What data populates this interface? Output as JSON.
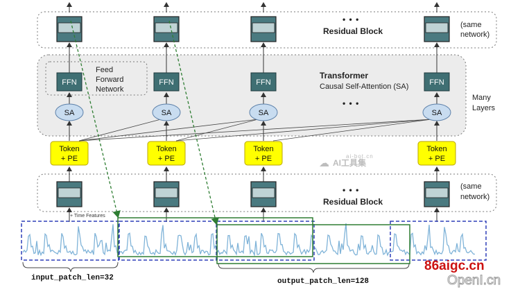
{
  "diagram": {
    "residual_block_title": "Residual Block",
    "ellipsis": "• • •",
    "same_network": [
      "(same",
      "network)"
    ],
    "ffn_label": "FFN",
    "sa_label": "SA",
    "token_pe": [
      "Token",
      "+ PE"
    ],
    "ffn_legend": [
      "Feed",
      "Forward",
      "Network"
    ],
    "transformer_title": "Transformer",
    "transformer_subtitle": "Causal Self-Attention (SA)",
    "many_layers": [
      "Many",
      "Layers"
    ],
    "time_features": "+ Time Features",
    "input_patch_label": "input_patch_len=32",
    "output_patch_label": "output_patch_len=128"
  },
  "watermarks": {
    "center_small": "ai-bot.cn",
    "center_big": "AI工具集",
    "site": "86aigc.cn",
    "openl": "OpenI.cn"
  },
  "colors": {
    "token_fill": "#ffff00",
    "token_border": "#b8a400",
    "ffn_fill": "#3f6f73",
    "sa_fill": "#c8dcf0",
    "input_box": "#2f3fb8",
    "output_box": "#2e7d32",
    "arrow_dashed": "#2e7d32",
    "series_line": "#7fb3d8",
    "site_red": "#cc1111"
  }
}
